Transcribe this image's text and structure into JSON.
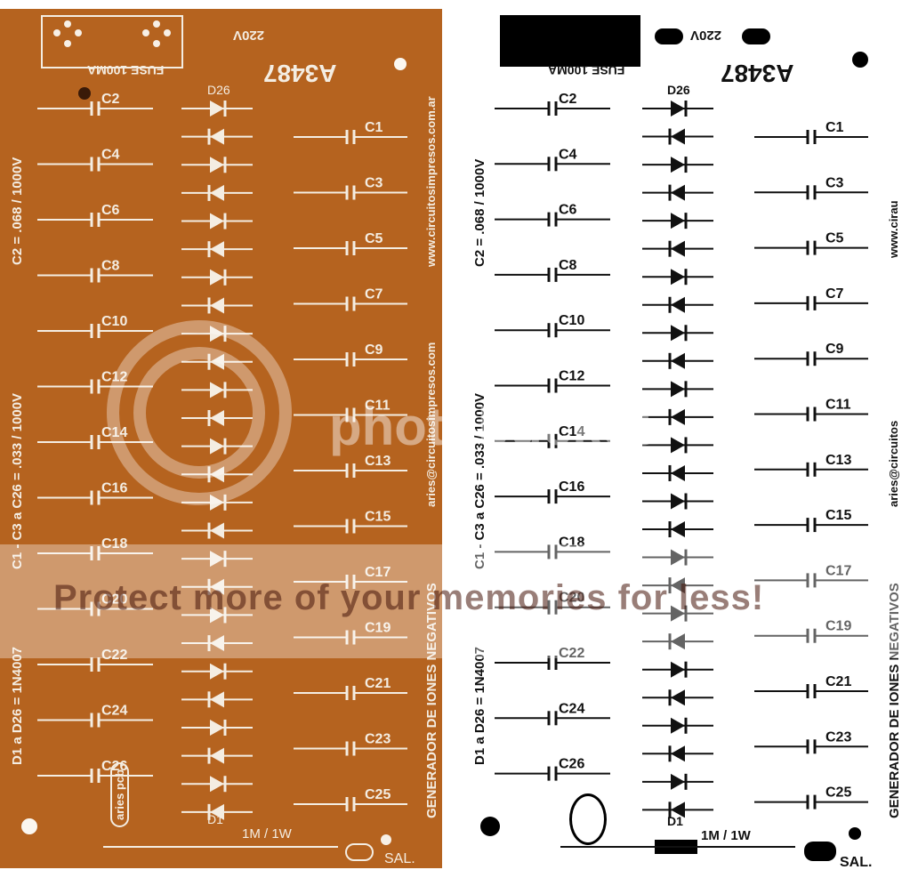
{
  "board": {
    "model": "A3487",
    "voltage": "220V",
    "fuse": "FUSE 100MA",
    "title": "GENERADOR DE IONES NEGATIVOS",
    "website": "www.circuitosimpresos.com.ar",
    "website_short": "www.cirau",
    "email": "aries@circuitosimpresos.com",
    "email_short": "aries@circuitos",
    "resistor": "1M / 1W",
    "output": "SAL.",
    "logo": "aries pcb",
    "notes": {
      "c2": "C2 = .068 / 1000V",
      "caps": "C1 - C3 a C26 = .033 / 1000V",
      "diodes": "D1 a D26 = 1N4007"
    },
    "diode_top": "D26",
    "diode_bottom": "D1",
    "left_caps": [
      "C2",
      "C4",
      "C6",
      "C8",
      "C10",
      "C12",
      "C14",
      "C16",
      "C18",
      "C20",
      "C22",
      "C24",
      "C26"
    ],
    "right_caps": [
      "C1",
      "C3",
      "C5",
      "C7",
      "C9",
      "C11",
      "C13",
      "C15",
      "C17",
      "C19",
      "C21",
      "C23",
      "C25"
    ],
    "diode_count": 26
  },
  "watermark": {
    "text": "Protect more of your memories for less!",
    "logo": "photobucket"
  },
  "colors": {
    "pcb": "#b5631f",
    "silk": "#f4ede2",
    "ink": "#111111"
  }
}
